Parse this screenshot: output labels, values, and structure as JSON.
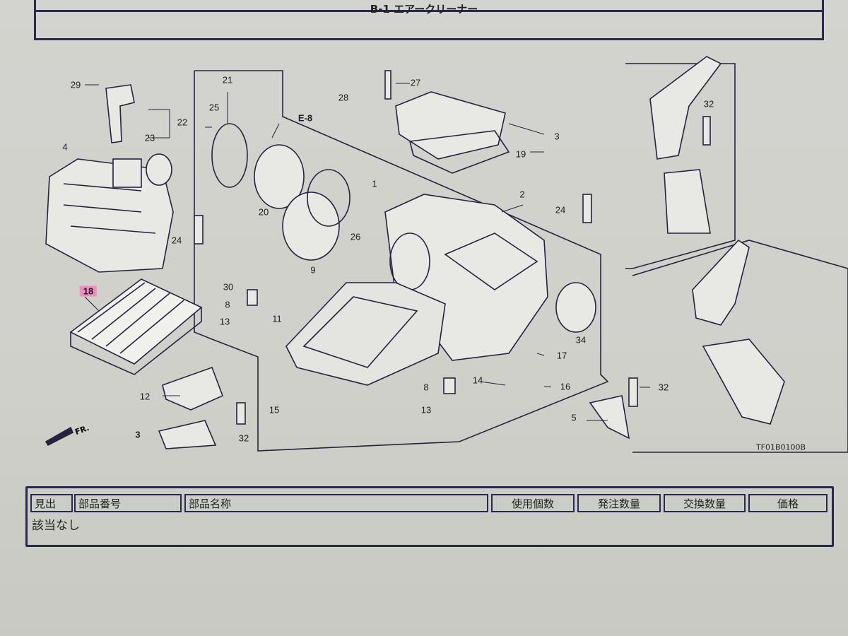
{
  "header": {
    "title": "B-1 エアークリーナー"
  },
  "diagram": {
    "callouts": [
      "29",
      "22",
      "23",
      "4",
      "21",
      "25",
      "20",
      "24",
      "9",
      "30",
      "8",
      "13",
      "11",
      "18",
      "12",
      "32",
      "15",
      "28",
      "E-8",
      "27",
      "3",
      "19",
      "1",
      "2",
      "24",
      "26",
      "17",
      "34",
      "14",
      "16",
      "8",
      "13",
      "5",
      "32",
      "32",
      "3"
    ],
    "highlighted_callout": "18",
    "highlight_color": "#f28bbf",
    "front_label": "FR.",
    "figure_code": "TF01B0100B"
  },
  "table": {
    "columns": [
      "見出",
      "部品番号",
      "部品名称",
      "使用個数",
      "発注数量",
      "交換数量",
      "価格"
    ],
    "empty_message": "該当なし"
  }
}
